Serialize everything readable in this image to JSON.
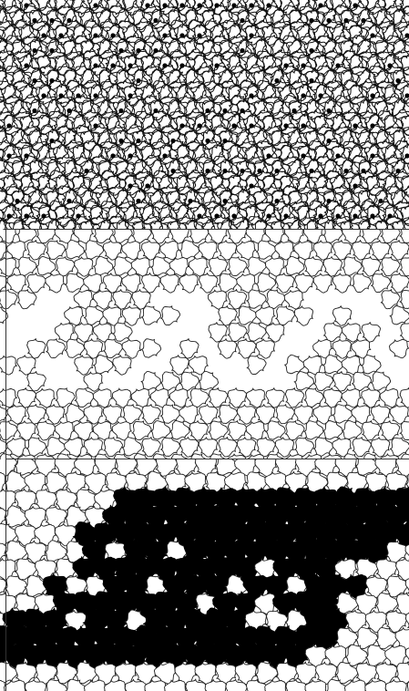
{
  "figure": {
    "panels": [
      {
        "name": "dense-overlapping-tiling",
        "style": "outline",
        "line_color": "#111111",
        "fill_color": "#ffffff"
      },
      {
        "name": "sparse-outline-tiling",
        "style": "outline",
        "line_color": "#222222",
        "fill_color": "#ffffff"
      },
      {
        "name": "filled-cluster-tiling",
        "style": "filled",
        "line_color": "#222222",
        "fill_color": "#000000"
      }
    ]
  }
}
